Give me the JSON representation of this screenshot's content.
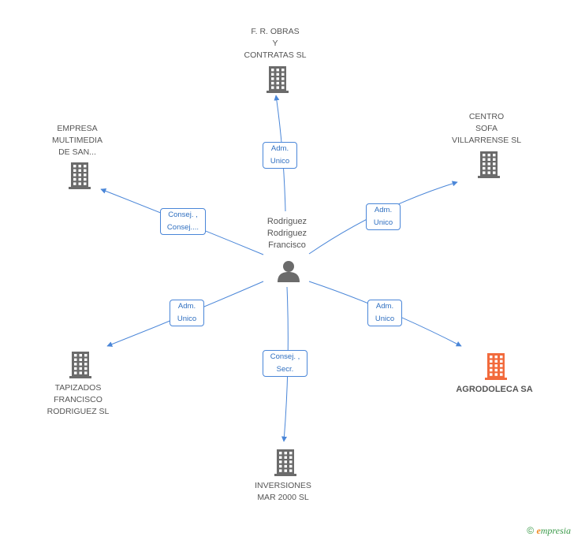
{
  "center": {
    "name": "Rodriguez\nRodriguez\nFrancisco",
    "icon": "person-icon"
  },
  "companies": [
    {
      "id": "fr-obras",
      "name": "F. R. OBRAS\nY\nCONTRATAS SL",
      "role": "Adm.\nUnico",
      "icon": "building-icon",
      "highlight": false
    },
    {
      "id": "empresa-multimedia",
      "name": "EMPRESA\nMULTIMEDIA\nDE SAN...",
      "role": "Consej. ,\nConsej....",
      "icon": "building-icon",
      "highlight": false
    },
    {
      "id": "centro-sofa",
      "name": "CENTRO\nSOFA\nVILLARRENSE SL",
      "role": "Adm.\nUnico",
      "icon": "building-icon",
      "highlight": false
    },
    {
      "id": "tapizados",
      "name": "TAPIZADOS\nFRANCISCO\nRODRIGUEZ SL",
      "role": "Adm.\nUnico",
      "icon": "building-icon",
      "highlight": false
    },
    {
      "id": "agrodoleca",
      "name": "AGRODOLECA SA",
      "role": "Adm.\nUnico",
      "icon": "building-icon",
      "highlight": true
    },
    {
      "id": "inversiones",
      "name": "INVERSIONES\nMAR 2000 SL",
      "role": "Consej. ,\nSecr.",
      "icon": "building-icon",
      "highlight": false
    }
  ],
  "colors": {
    "edge": "#4a86d8",
    "building": "#6b6b6b",
    "building_highlight": "#f26a3c",
    "person": "#6b6b6b"
  },
  "footer": {
    "copyright": "©",
    "brand_initial": "e",
    "brand_rest": "mpresia"
  }
}
